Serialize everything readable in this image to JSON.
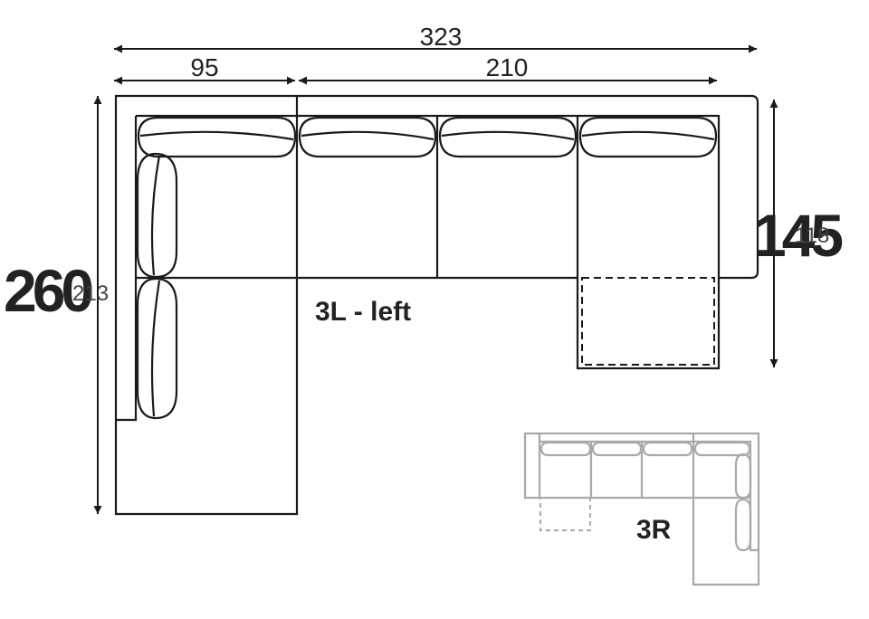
{
  "dimensions": {
    "total_width": "323",
    "left_width": "95",
    "right_width": "210",
    "left_height_large": "260",
    "left_height_small": "213",
    "right_height_large": "145",
    "right_height_small": "118"
  },
  "labels": {
    "main_variant": "3L - left",
    "alt_variant": "3R"
  },
  "colors": {
    "main_lines": "#1a1a1a",
    "alt_lines": "#a9a9a9"
  }
}
